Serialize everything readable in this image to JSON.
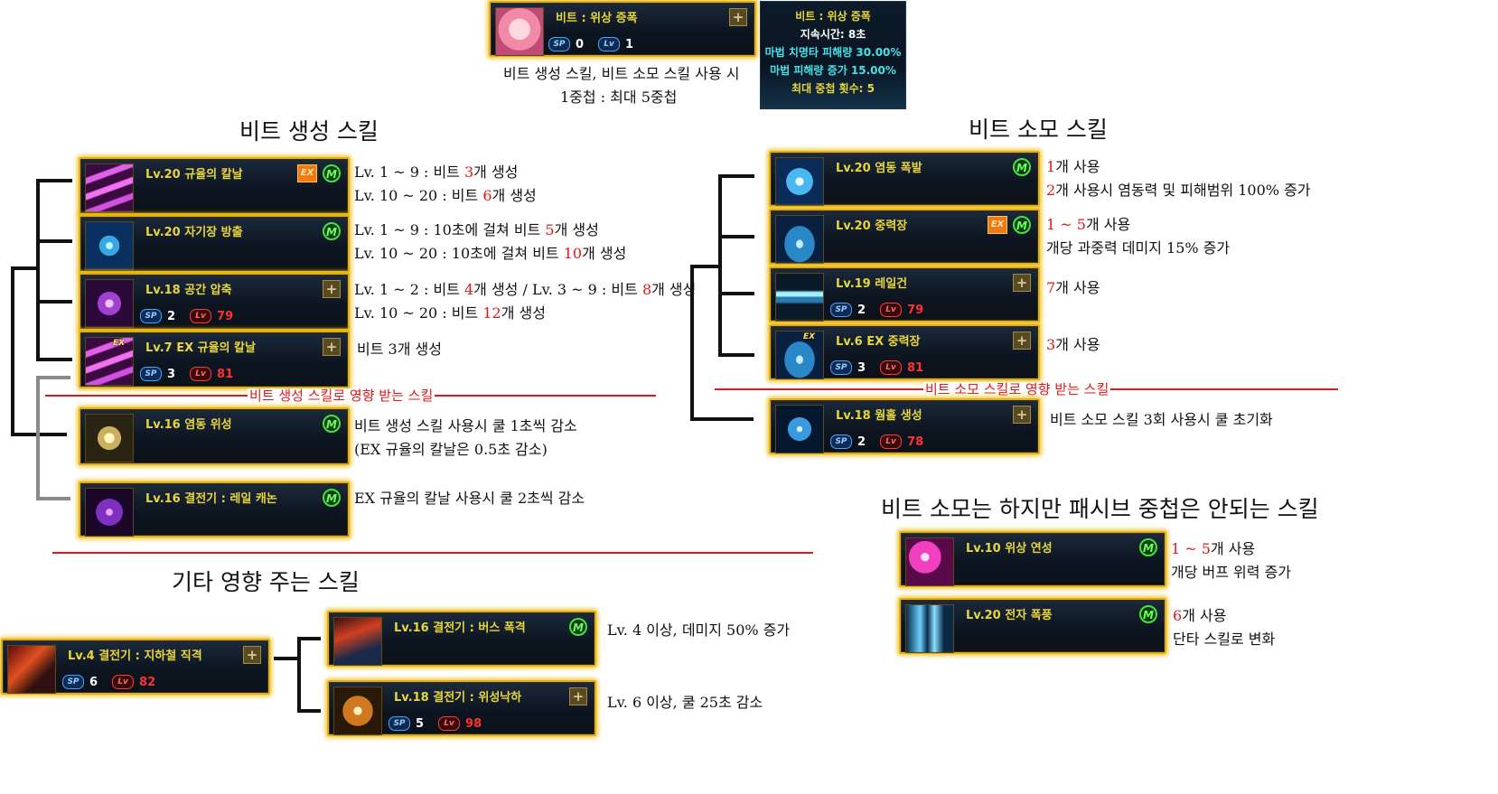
{
  "top": {
    "card": {
      "name": "비트 : 위상 증폭",
      "sp": "0",
      "lv": "1"
    },
    "tooltip": {
      "title": "비트 : 위상 증폭",
      "duration": "지속시간: 8초",
      "crit": "마법 치명타 피해량 30.00%",
      "dmg": "마법 피해량 증가 15.00%",
      "stack": "최대 중첩 횟수: 5"
    },
    "desc1": "비트 생성 스킬, 비트 소모 스킬 사용 시",
    "desc2": "1중첩 : 최대 5중첩"
  },
  "labels": {
    "sp": "SP",
    "lv": "Lv",
    "m": "M",
    "ex": "EX",
    "plus": "+"
  },
  "gen": {
    "heading": "비트 생성 스킬",
    "divider": "비트 생성 스킬로 영향 받는 스킬",
    "skills": [
      {
        "name": "Lv.20 규율의 칼날",
        "l1a": "Lv. 1 ~ 9 : 비트 ",
        "l1r": "3",
        "l1b": "개 생성",
        "l2a": "Lv. 10 ~ 20 : 비트 ",
        "l2r": "6",
        "l2b": "개 생성"
      },
      {
        "name": "Lv.20 자기장 방출",
        "l1a": "Lv. 1 ~ 9 : 10초에 걸쳐 비트 ",
        "l1r": "5",
        "l1b": "개 생성",
        "l2a": "Lv. 10 ~ 20 : 10초에 걸쳐 비트 ",
        "l2r": "10",
        "l2b": "개 생성"
      },
      {
        "name": "Lv.18 공간 압축",
        "sp": "2",
        "lv": "79",
        "l1a": "Lv. 1 ~ 2 : 비트 ",
        "l1r": "4",
        "l1b": "개 생성 / Lv. 3 ~ 9 : 비트 ",
        "l1r2": "8",
        "l1c": "개 생성",
        "l2a": "Lv. 10 ~ 20 : 비트 ",
        "l2r": "12",
        "l2b": "개 생성"
      },
      {
        "name": "Lv.7 EX 규율의 칼날",
        "sp": "3",
        "lv": "81",
        "l1a": "비트 3개 생성"
      }
    ],
    "affected": [
      {
        "name": "Lv.16 염동 위성",
        "l1": "비트 생성 스킬 사용시 쿨 1초씩 감소",
        "l2": "(EX 규율의 칼날은 0.5초 감소)"
      },
      {
        "name": "Lv.16 결전기 : 레일 캐논",
        "l1": "EX 규율의 칼날 사용시 쿨 2초씩 감소"
      }
    ]
  },
  "con": {
    "heading": "비트 소모 스킬",
    "divider": "비트 소모 스킬로 영향 받는 스킬",
    "skills": [
      {
        "name": "Lv.20 염동 폭발",
        "l1r": "1",
        "l1b": "개 사용",
        "l2r": "2",
        "l2b": "개 사용시 염동력 및 피해범위 100% 증가"
      },
      {
        "name": "Lv.20 중력장",
        "l1r": "1 ~ 5",
        "l1b": "개 사용",
        "l2b": "개당 과중력 데미지 15% 증가"
      },
      {
        "name": "Lv.19 레일건",
        "sp": "2",
        "lv": "79",
        "l1r": "7",
        "l1b": "개 사용"
      },
      {
        "name": "Lv.6 EX 중력장",
        "sp": "3",
        "lv": "81",
        "l1r": "3",
        "l1b": "개 사용"
      }
    ],
    "affected": [
      {
        "name": "Lv.18 웜홀 생성",
        "sp": "2",
        "lv": "78",
        "l1": "비트 소모 스킬 3회 사용시 쿨 초기화"
      }
    ]
  },
  "passive": {
    "heading": "비트 소모는 하지만 패시브 중첩은 안되는 스킬",
    "skills": [
      {
        "name": "Lv.10 위상 연성",
        "l1r": "1 ~ 5",
        "l1b": "개 사용",
        "l2b": "개당 버프 위력 증가"
      },
      {
        "name": "Lv.20 전자 폭풍",
        "l1r": "6",
        "l1b": "개 사용",
        "l2b": "단타 스킬로 변화"
      }
    ]
  },
  "other": {
    "heading": "기타 영향 주는 스킬",
    "source": {
      "name": "Lv.4 결전기 : 지하철 직격",
      "sp": "6",
      "lv": "82"
    },
    "targets": [
      {
        "name": "Lv.16 결전기 : 버스 폭격",
        "desc": "Lv. 4 이상, 데미지 50% 증가"
      },
      {
        "name": "Lv.18 결전기 : 위성낙하",
        "sp": "5",
        "lv": "98",
        "desc": "Lv. 6 이상, 쿨 25초 감소"
      }
    ]
  }
}
